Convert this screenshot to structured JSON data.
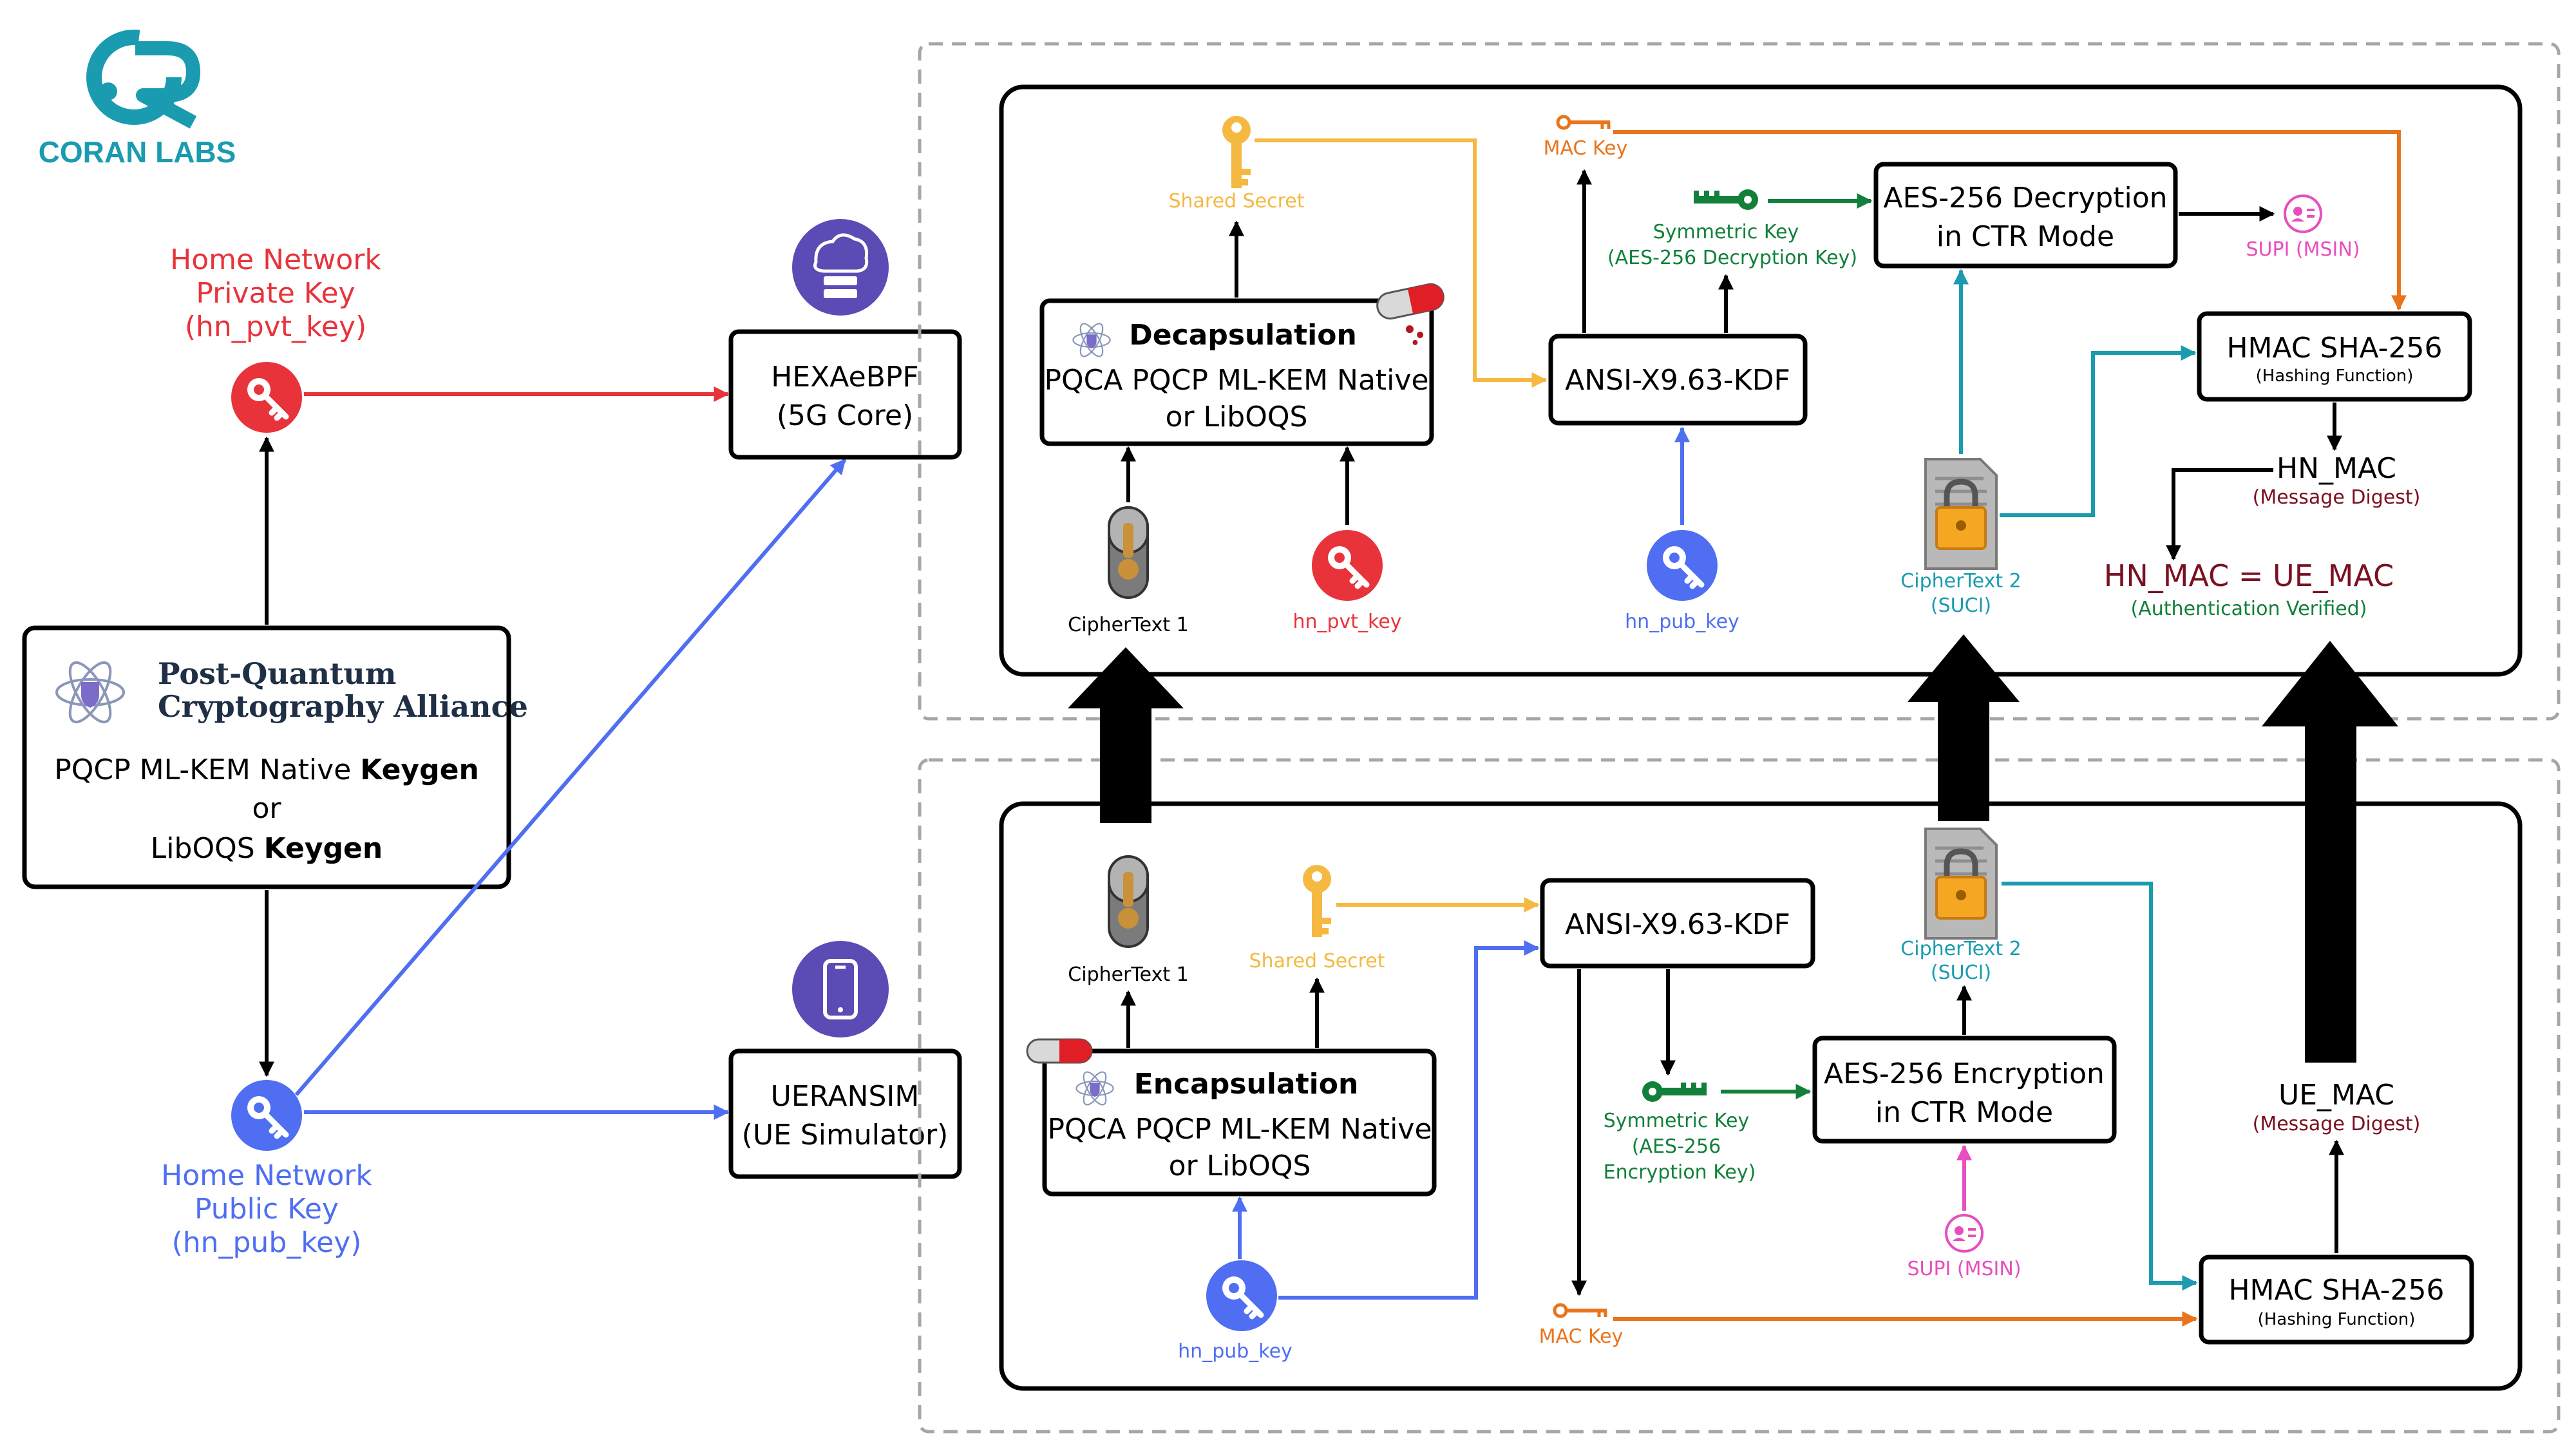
{
  "colors": {
    "red": "#e8333b",
    "blue": "#4f6ef2",
    "orange": "#e8741c",
    "yellow": "#f5b942",
    "green": "#12803a",
    "teal": "#1a9bb0",
    "pink": "#e94dbe",
    "maroon": "#7a1020",
    "purple": "#5b4bb5",
    "logo": "#1a9bb0"
  },
  "logo": {
    "name": "CORAN LABS"
  },
  "home_network_private_key": {
    "line1": "Home Network",
    "line2": "Private Key",
    "line3": "(hn_pvt_key)"
  },
  "home_network_public_key": {
    "line1": "Home Network",
    "line2": "Public Key",
    "line3": "(hn_pub_key)"
  },
  "pqca": {
    "org_line1": "Post-Quantum",
    "org_line2": "Cryptography Alliance",
    "keygen_line1": "PQCP ML-KEM Native",
    "keygen_bold1": "Keygen",
    "or": "or",
    "keygen_line2": "LibOQS",
    "keygen_bold2": "Keygen"
  },
  "hexaebpf": {
    "line1": "HEXAeBPF",
    "line2": "(5G Core)"
  },
  "ueransim": {
    "line1": "UERANSIM",
    "line2": "(UE Simulator)"
  },
  "decap_panel": {
    "shared_secret": "Shared Secret",
    "decap_title": "Decapsulation",
    "decap_line1": "PQCA PQCP ML-KEM Native",
    "decap_line2": "or LibOQS",
    "ciphertext1": "CipherText 1",
    "hn_pvt_key": "hn_pvt_key",
    "kdf": "ANSI-X9.63-KDF",
    "hn_pub_key": "hn_pub_key",
    "mac_key": "MAC Key",
    "sym_key_line1": "Symmetric Key",
    "sym_key_line2": "(AES-256 Decryption Key)",
    "aes_line1": "AES-256 Decryption",
    "aes_line2": "in CTR Mode",
    "supi": "SUPI (MSIN)",
    "ciphertext2_line1": "CipherText 2",
    "ciphertext2_line2": "(SUCI)",
    "hmac_title": "HMAC SHA-256",
    "hmac_sub": "(Hashing Function)",
    "hn_mac": "HN_MAC",
    "hn_mac_sub": "(Message Digest)",
    "verify": "HN_MAC = UE_MAC",
    "verify_sub": "(Authentication Verified)"
  },
  "encap_panel": {
    "ciphertext1": "CipherText 1",
    "shared_secret": "Shared Secret",
    "encap_title": "Encapsulation",
    "encap_line1": "PQCA PQCP ML-KEM Native",
    "encap_line2": "or LibOQS",
    "hn_pub_key": "hn_pub_key",
    "kdf": "ANSI-X9.63-KDF",
    "sym_key_line1": "Symmetric Key",
    "sym_key_line2": "(AES-256",
    "sym_key_line3": "Encryption Key)",
    "mac_key": "MAC Key",
    "aes_line1": "AES-256 Encryption",
    "aes_line2": "in CTR Mode",
    "supi": "SUPI (MSIN)",
    "ciphertext2_line1": "CipherText 2",
    "ciphertext2_line2": "(SUCI)",
    "hmac_title": "HMAC SHA-256",
    "hmac_sub": "(Hashing Function)",
    "ue_mac": "UE_MAC",
    "ue_mac_sub": "(Message Digest)"
  }
}
